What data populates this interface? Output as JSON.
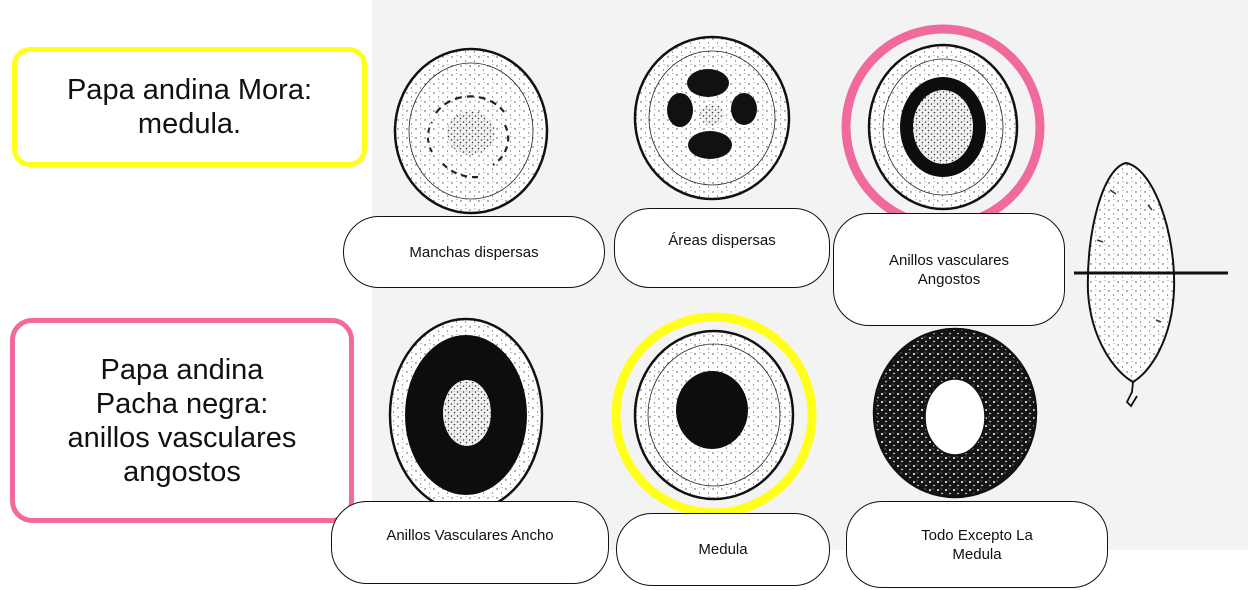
{
  "callouts": {
    "yellow": {
      "lines": [
        "Papa andina Mora:",
        "medula."
      ],
      "color": "#ffff1a"
    },
    "pink": {
      "lines": [
        "Papa andina",
        "Pacha negra:",
        "anillos vasculares",
        "angostos"
      ],
      "color": "#f06a9d"
    }
  },
  "labels": {
    "manchas": "Manchas dispersas",
    "areas": "Áreas dispersas",
    "angostos": [
      "Anillos vasculares",
      "Angostos"
    ],
    "ancho": "Anillos Vasculares Ancho",
    "medula": "Medula",
    "todo": [
      "Todo Excepto La",
      "Medula"
    ]
  },
  "highlights": {
    "pink_ring": "#f06a9d",
    "yellow_ring": "#ffff1a"
  },
  "icons": [
    "potato-cross-section-icon",
    "whole-tuber-icon"
  ]
}
